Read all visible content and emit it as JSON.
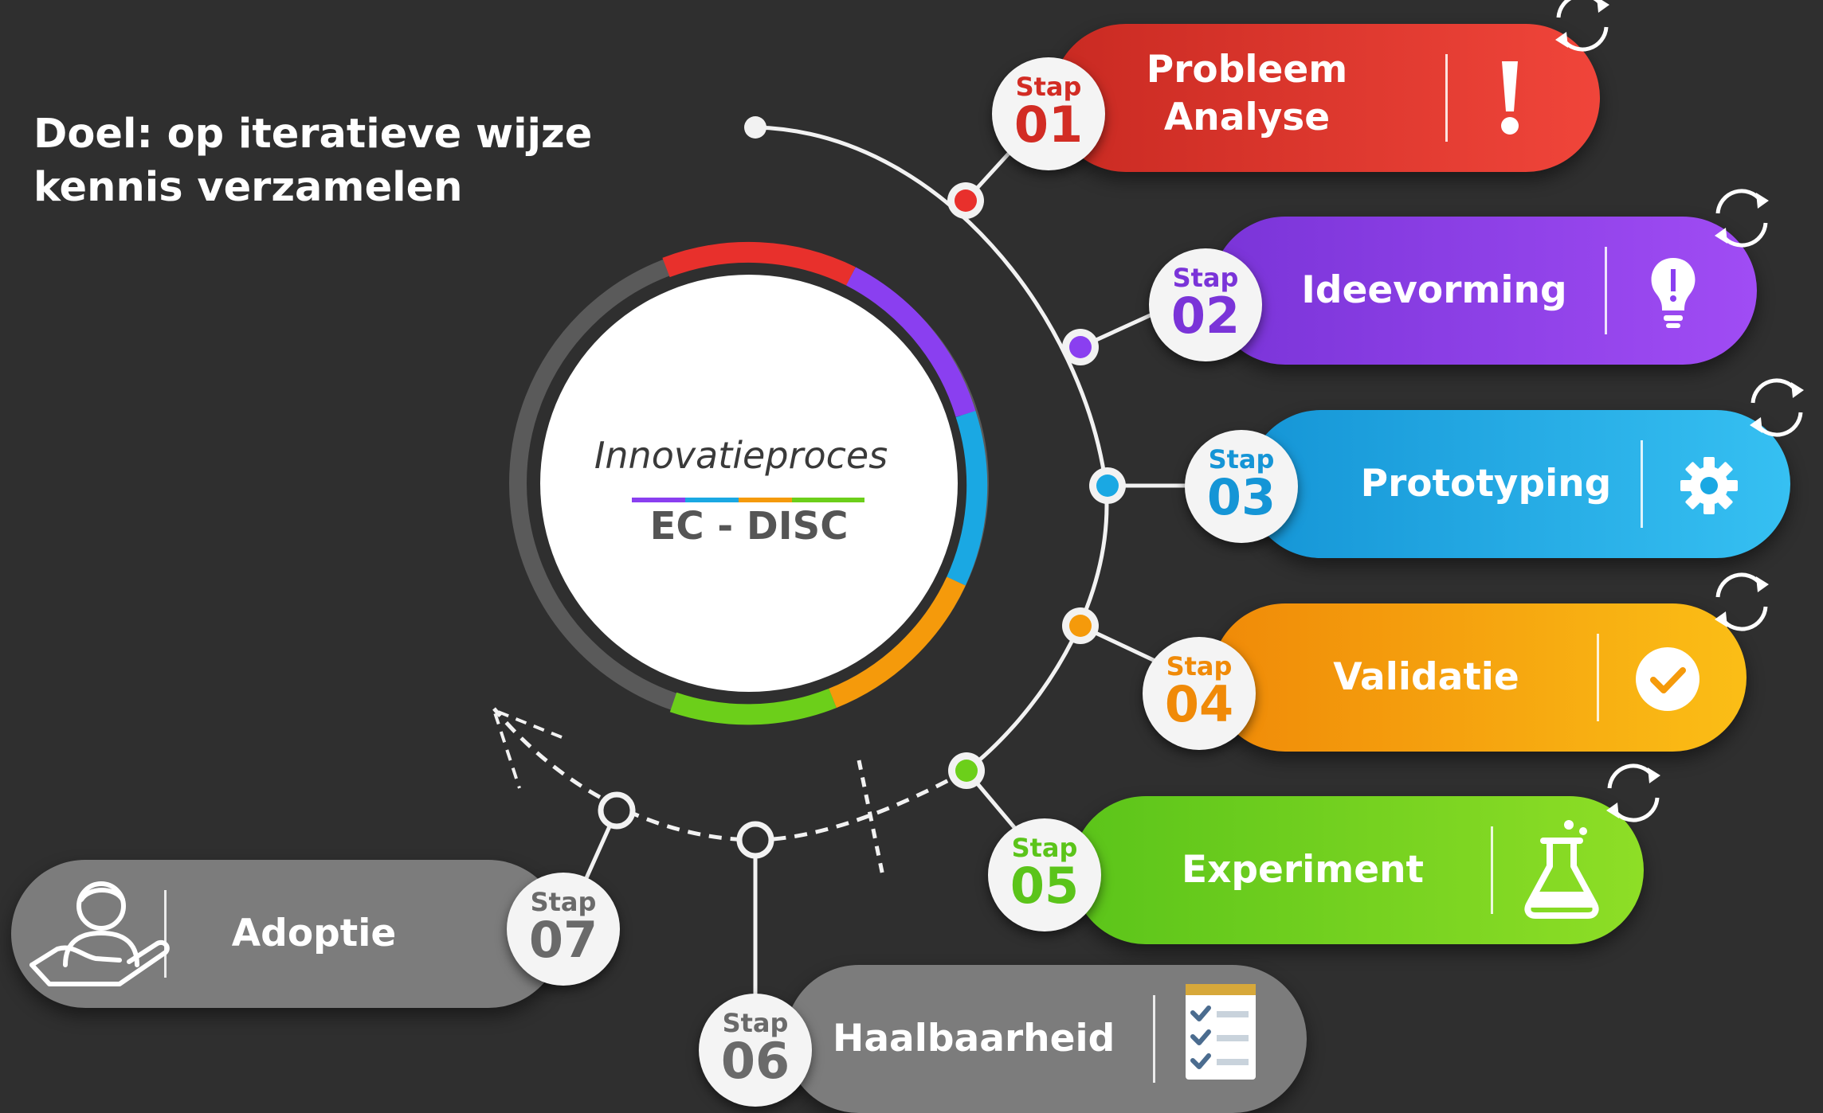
{
  "goal": {
    "line1": "Doel: op iteratieve wijze",
    "line2": "kennis verzamelen"
  },
  "center": {
    "title": "Innovatieproces",
    "subtitle": "EC - DISC"
  },
  "colors": {
    "background": "#2f2f2f",
    "red": "#e8302c",
    "purple": "#8a3ff0",
    "blue": "#1aa8e3",
    "orange": "#f59a0b",
    "green": "#6ccf1a",
    "gray": "#7a7a7a"
  },
  "steps": [
    {
      "stap": "Stap",
      "number": "01",
      "label_line1": "Probleem",
      "label_line2": "Analyse",
      "icon": "exclamation-icon",
      "color": "#e8302c"
    },
    {
      "stap": "Stap",
      "number": "02",
      "label_line1": "Ideevorming",
      "label_line2": "",
      "icon": "lightbulb-icon",
      "color": "#8a3ff0"
    },
    {
      "stap": "Stap",
      "number": "03",
      "label_line1": "Prototyping",
      "label_line2": "",
      "icon": "gear-icon",
      "color": "#1aa8e3"
    },
    {
      "stap": "Stap",
      "number": "04",
      "label_line1": "Validatie",
      "label_line2": "",
      "icon": "check-circle-icon",
      "color": "#f59a0b"
    },
    {
      "stap": "Stap",
      "number": "05",
      "label_line1": "Experiment",
      "label_line2": "",
      "icon": "flask-icon",
      "color": "#6ccf1a"
    },
    {
      "stap": "Stap",
      "number": "06",
      "label_line1": "Haalbaarheid",
      "label_line2": "",
      "icon": "checklist-icon",
      "color": "#7a7a7a"
    },
    {
      "stap": "Stap",
      "number": "07",
      "label_line1": "Adoptie",
      "label_line2": "",
      "icon": "person-hand-icon",
      "color": "#7a7a7a"
    }
  ],
  "iteration_icons": [
    "cycle-arrows-icon"
  ]
}
